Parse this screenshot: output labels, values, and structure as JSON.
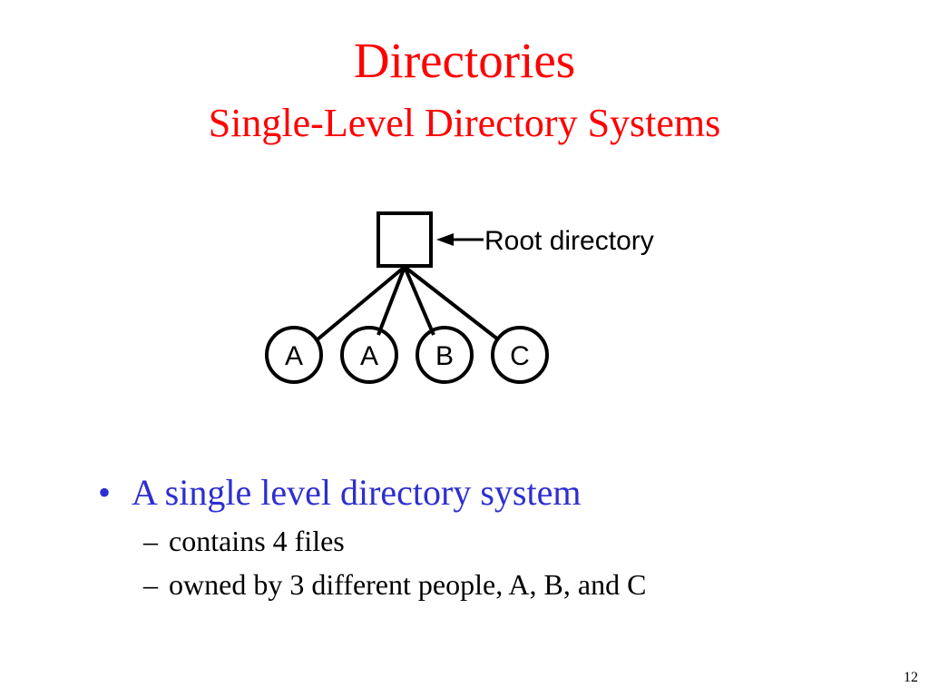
{
  "slide": {
    "title": "Directories",
    "subtitle": "Single-Level Directory Systems",
    "title_color": "#ff0000",
    "bullet_color": "#2e2ed0",
    "page_number": "12"
  },
  "diagram": {
    "root_label": "Root directory",
    "files": [
      "A",
      "A",
      "B",
      "C"
    ]
  },
  "bullets": {
    "main_marker": "•",
    "main": "A single level directory system",
    "sub_marker": "–",
    "sub": [
      "contains 4 files",
      "owned by 3 different people, A, B, and C"
    ]
  }
}
